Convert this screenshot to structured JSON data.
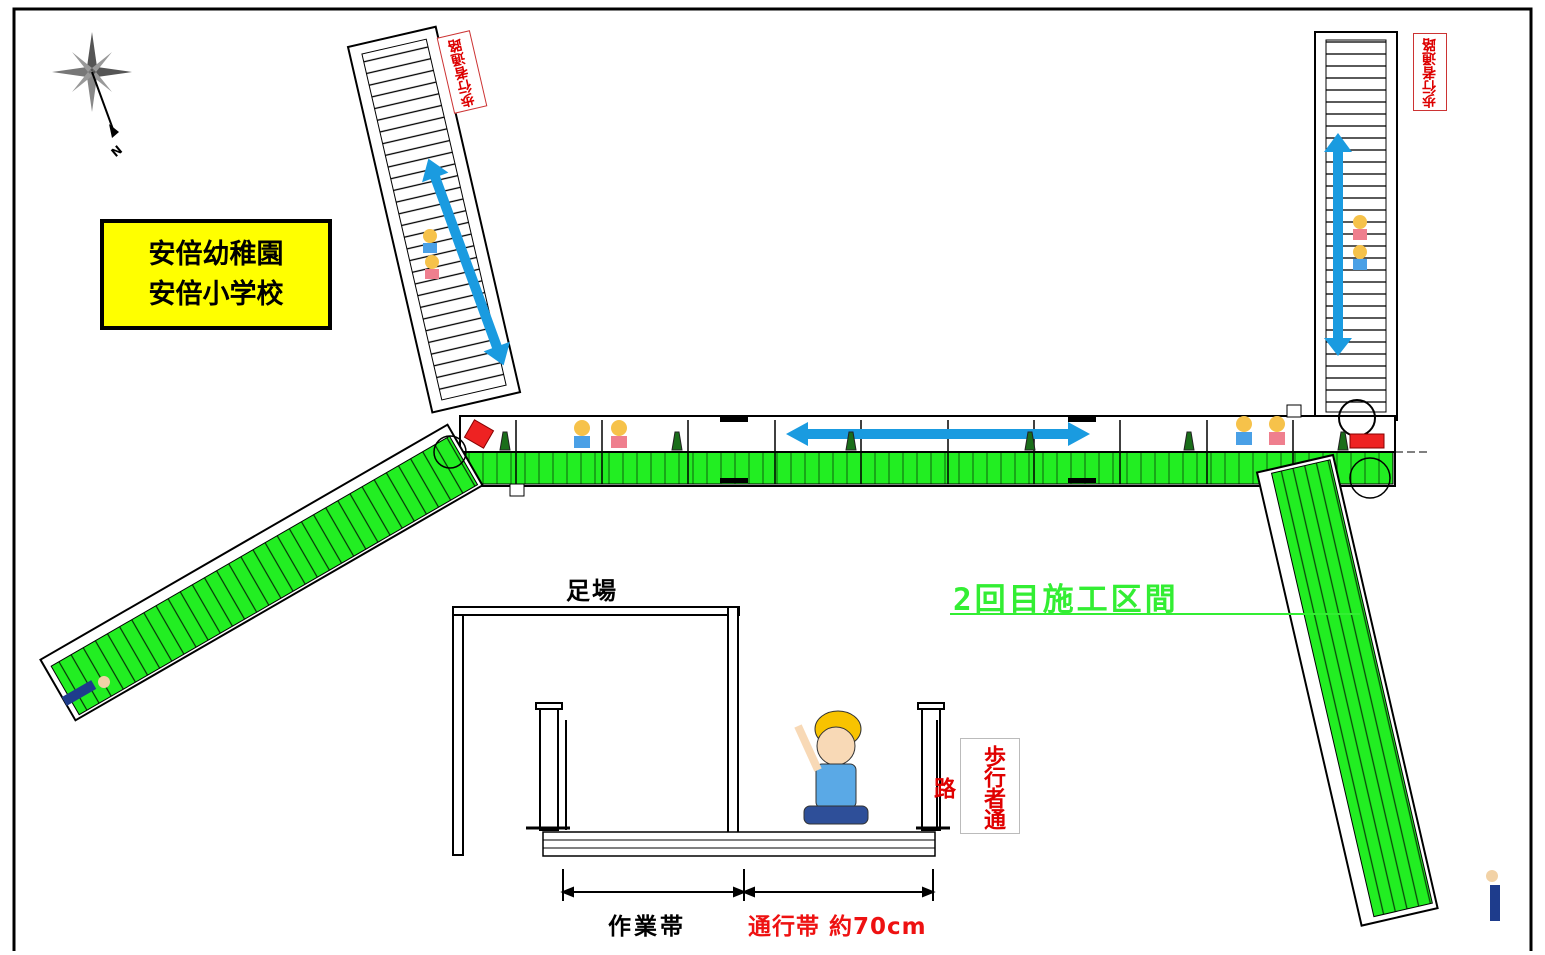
{
  "school": {
    "line1": "安倍幼稚園",
    "line2": "安倍小学校"
  },
  "section_label": "2回目施工区間",
  "scaffold_label": "足場",
  "work_zone_label": "作業帯",
  "pass_zone_label": "通行帯 約70cm",
  "pedestrian_sign": "歩行者通路",
  "compass_north": "N",
  "colors": {
    "construction_zone": "#22ee22",
    "arrow": "#1a9be0",
    "school_box": "#ffff00",
    "sign_text": "#e00000",
    "pass_label": "#ee1111"
  }
}
